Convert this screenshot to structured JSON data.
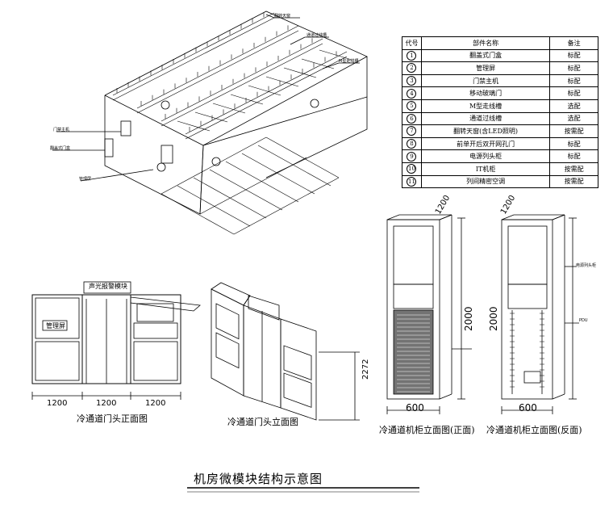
{
  "title": "机房微模块结构示意图",
  "legend": {
    "headers": [
      "代号",
      "部件名称",
      "备注"
    ],
    "rows": [
      {
        "no": "1",
        "name": "翻盖式门盒",
        "note": "标配"
      },
      {
        "no": "2",
        "name": "管理屏",
        "note": "标配"
      },
      {
        "no": "3",
        "name": "门禁主机",
        "note": "标配"
      },
      {
        "no": "4",
        "name": "移动玻璃门",
        "note": "标配"
      },
      {
        "no": "5",
        "name": "M型走线槽",
        "note": "选配"
      },
      {
        "no": "6",
        "name": "通道过线槽",
        "note": "选配"
      },
      {
        "no": "7",
        "name": "翻转天窗(含LED照明)",
        "note": "按需配"
      },
      {
        "no": "8",
        "name": "前单开后双开网孔门",
        "note": "标配"
      },
      {
        "no": "9",
        "name": "电源列头柜",
        "note": "标配"
      },
      {
        "no": "10",
        "name": "IT机柜",
        "note": "按需配"
      },
      {
        "no": "11",
        "name": "列间精密空调",
        "note": "按需配"
      }
    ]
  },
  "front_view": {
    "caption": "冷通道门头正面图",
    "sign": "声光报警模块",
    "screen": "管理屏",
    "dims": [
      "1200",
      "1200",
      "1200"
    ]
  },
  "iso_door": {
    "caption": "冷通道门头立面图",
    "height": "2272"
  },
  "cabinet_front": {
    "caption": "冷通道机柜立面图(正面)",
    "depth": "1200",
    "height": "2000",
    "width": "600"
  },
  "cabinet_back": {
    "caption": "冷通道机柜立面图(反面)",
    "depth": "1200",
    "height": "2000",
    "width": "600"
  },
  "callouts": [
    "翻转天窗",
    "通道过线槽",
    "M型走线槽",
    "门禁主机",
    "翻盖式门盒",
    "管理屏",
    "电源列头柜",
    "PDU"
  ]
}
